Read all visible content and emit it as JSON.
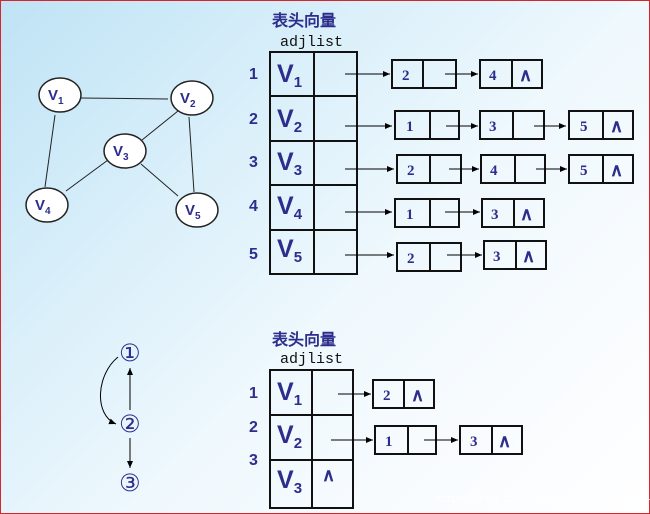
{
  "graph1": {
    "vertices": [
      {
        "letter": "V",
        "sub": "1"
      },
      {
        "letter": "V",
        "sub": "2"
      },
      {
        "letter": "V",
        "sub": "3"
      },
      {
        "letter": "V",
        "sub": "4"
      },
      {
        "letter": "V",
        "sub": "5"
      }
    ]
  },
  "adj1": {
    "header": "表头向量",
    "label": "adjlist",
    "rows": [
      {
        "index": "1",
        "letter": "V",
        "sub": "1",
        "nodes": [
          "2",
          "4"
        ]
      },
      {
        "index": "2",
        "letter": "V",
        "sub": "2",
        "nodes": [
          "1",
          "3",
          "5"
        ]
      },
      {
        "index": "3",
        "letter": "V",
        "sub": "3",
        "nodes": [
          "2",
          "4",
          "5"
        ]
      },
      {
        "index": "4",
        "letter": "V",
        "sub": "4",
        "nodes": [
          "1",
          "3"
        ]
      },
      {
        "index": "5",
        "letter": "V",
        "sub": "5",
        "nodes": [
          "2",
          "3"
        ]
      }
    ],
    "null_symbol": "∧"
  },
  "graph2": {
    "vertices": [
      "①",
      "②",
      "③"
    ]
  },
  "adj2": {
    "header": "表头向量",
    "label": "adjlist",
    "rows": [
      {
        "index": "1",
        "letter": "V",
        "sub": "1",
        "nodes": [
          "2"
        ]
      },
      {
        "index": "2",
        "letter": "V",
        "sub": "2",
        "nodes": [
          "1",
          "3"
        ]
      },
      {
        "index": "3",
        "letter": "V",
        "sub": "3",
        "nodes": [],
        "empty_symbol": "∧"
      }
    ],
    "null_symbol": "∧"
  },
  "watermark": "https://blog.csdn.net/weixin_40629244"
}
